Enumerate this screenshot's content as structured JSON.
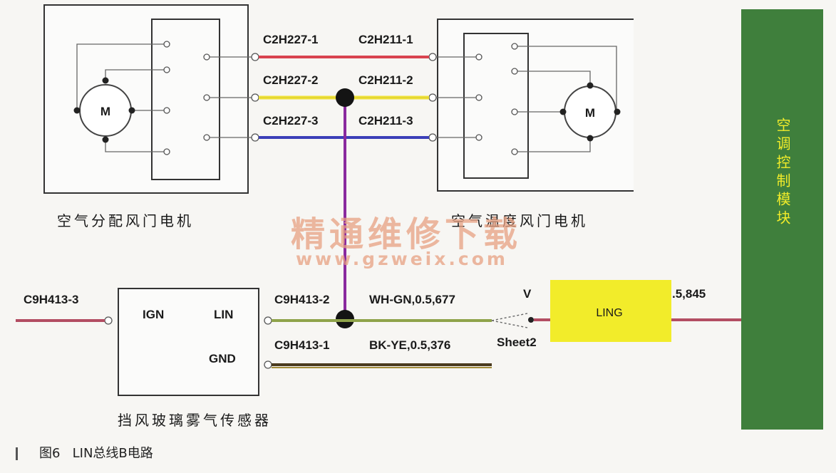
{
  "motor_left": {
    "title": "空气分配风门电机",
    "motor_label": "M"
  },
  "motor_right": {
    "title": "空气温度风门电机",
    "motor_label": "M"
  },
  "module": {
    "title": "空调控制模块"
  },
  "sensor": {
    "title": "挡风玻璃雾气传感器",
    "pin_ign": "IGN",
    "pin_lin": "LIN",
    "pin_gnd": "GND"
  },
  "connectors": {
    "c2h227_1": "C2H227-1",
    "c2h227_2": "C2H227-2",
    "c2h227_3": "C2H227-3",
    "c2h211_1": "C2H211-1",
    "c2h211_2": "C2H211-2",
    "c2h211_3": "C2H211-3",
    "c9h413_3": "C9H413-3",
    "c9h413_2": "C9H413-2",
    "c9h413_1": "C9H413-1"
  },
  "wires": {
    "wh_gn": "WH-GN,0.5,677",
    "bk_ye": "BK-YE,0.5,376",
    "right_wire": ".5,845"
  },
  "ling": {
    "label": "LING",
    "v_label": "V",
    "sheet_label": "Sheet2"
  },
  "watermark": {
    "line1": "精通维修下载",
    "line2": "www.gzweix.com"
  },
  "caption": {
    "fig": "图6",
    "text": "LIN总线B电路"
  },
  "colors": {
    "red": "#d9434f",
    "yellow": "#f0e23a",
    "blue": "#3b3fb8",
    "purple": "#8a2a9e",
    "green_module": "#3f7f3c",
    "ling_box": "#f2ec2a",
    "wire_green": "#8fa34a",
    "wire_brown": "#4a3a1e"
  }
}
